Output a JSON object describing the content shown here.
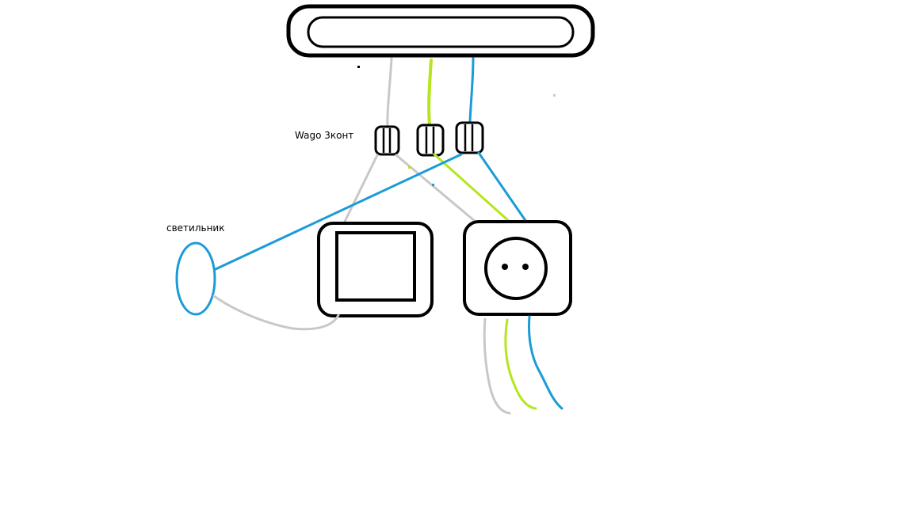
{
  "labels": {
    "wago": "Wago 3конт",
    "lamp": "светильник"
  },
  "colors": {
    "background": "#ffffff",
    "outline": "#000000",
    "wire_neutral_gray": "#c8c8c8",
    "wire_ground_yellowgreen": "#b5e61d",
    "wire_phase_blue": "#1b9bd7"
  },
  "components": {
    "top_box": "junction-box",
    "connectors": [
      "wago-connector-left",
      "wago-connector-middle",
      "wago-connector-right"
    ],
    "switch": "light-switch",
    "socket": "power-socket",
    "lamp": "lamp"
  }
}
